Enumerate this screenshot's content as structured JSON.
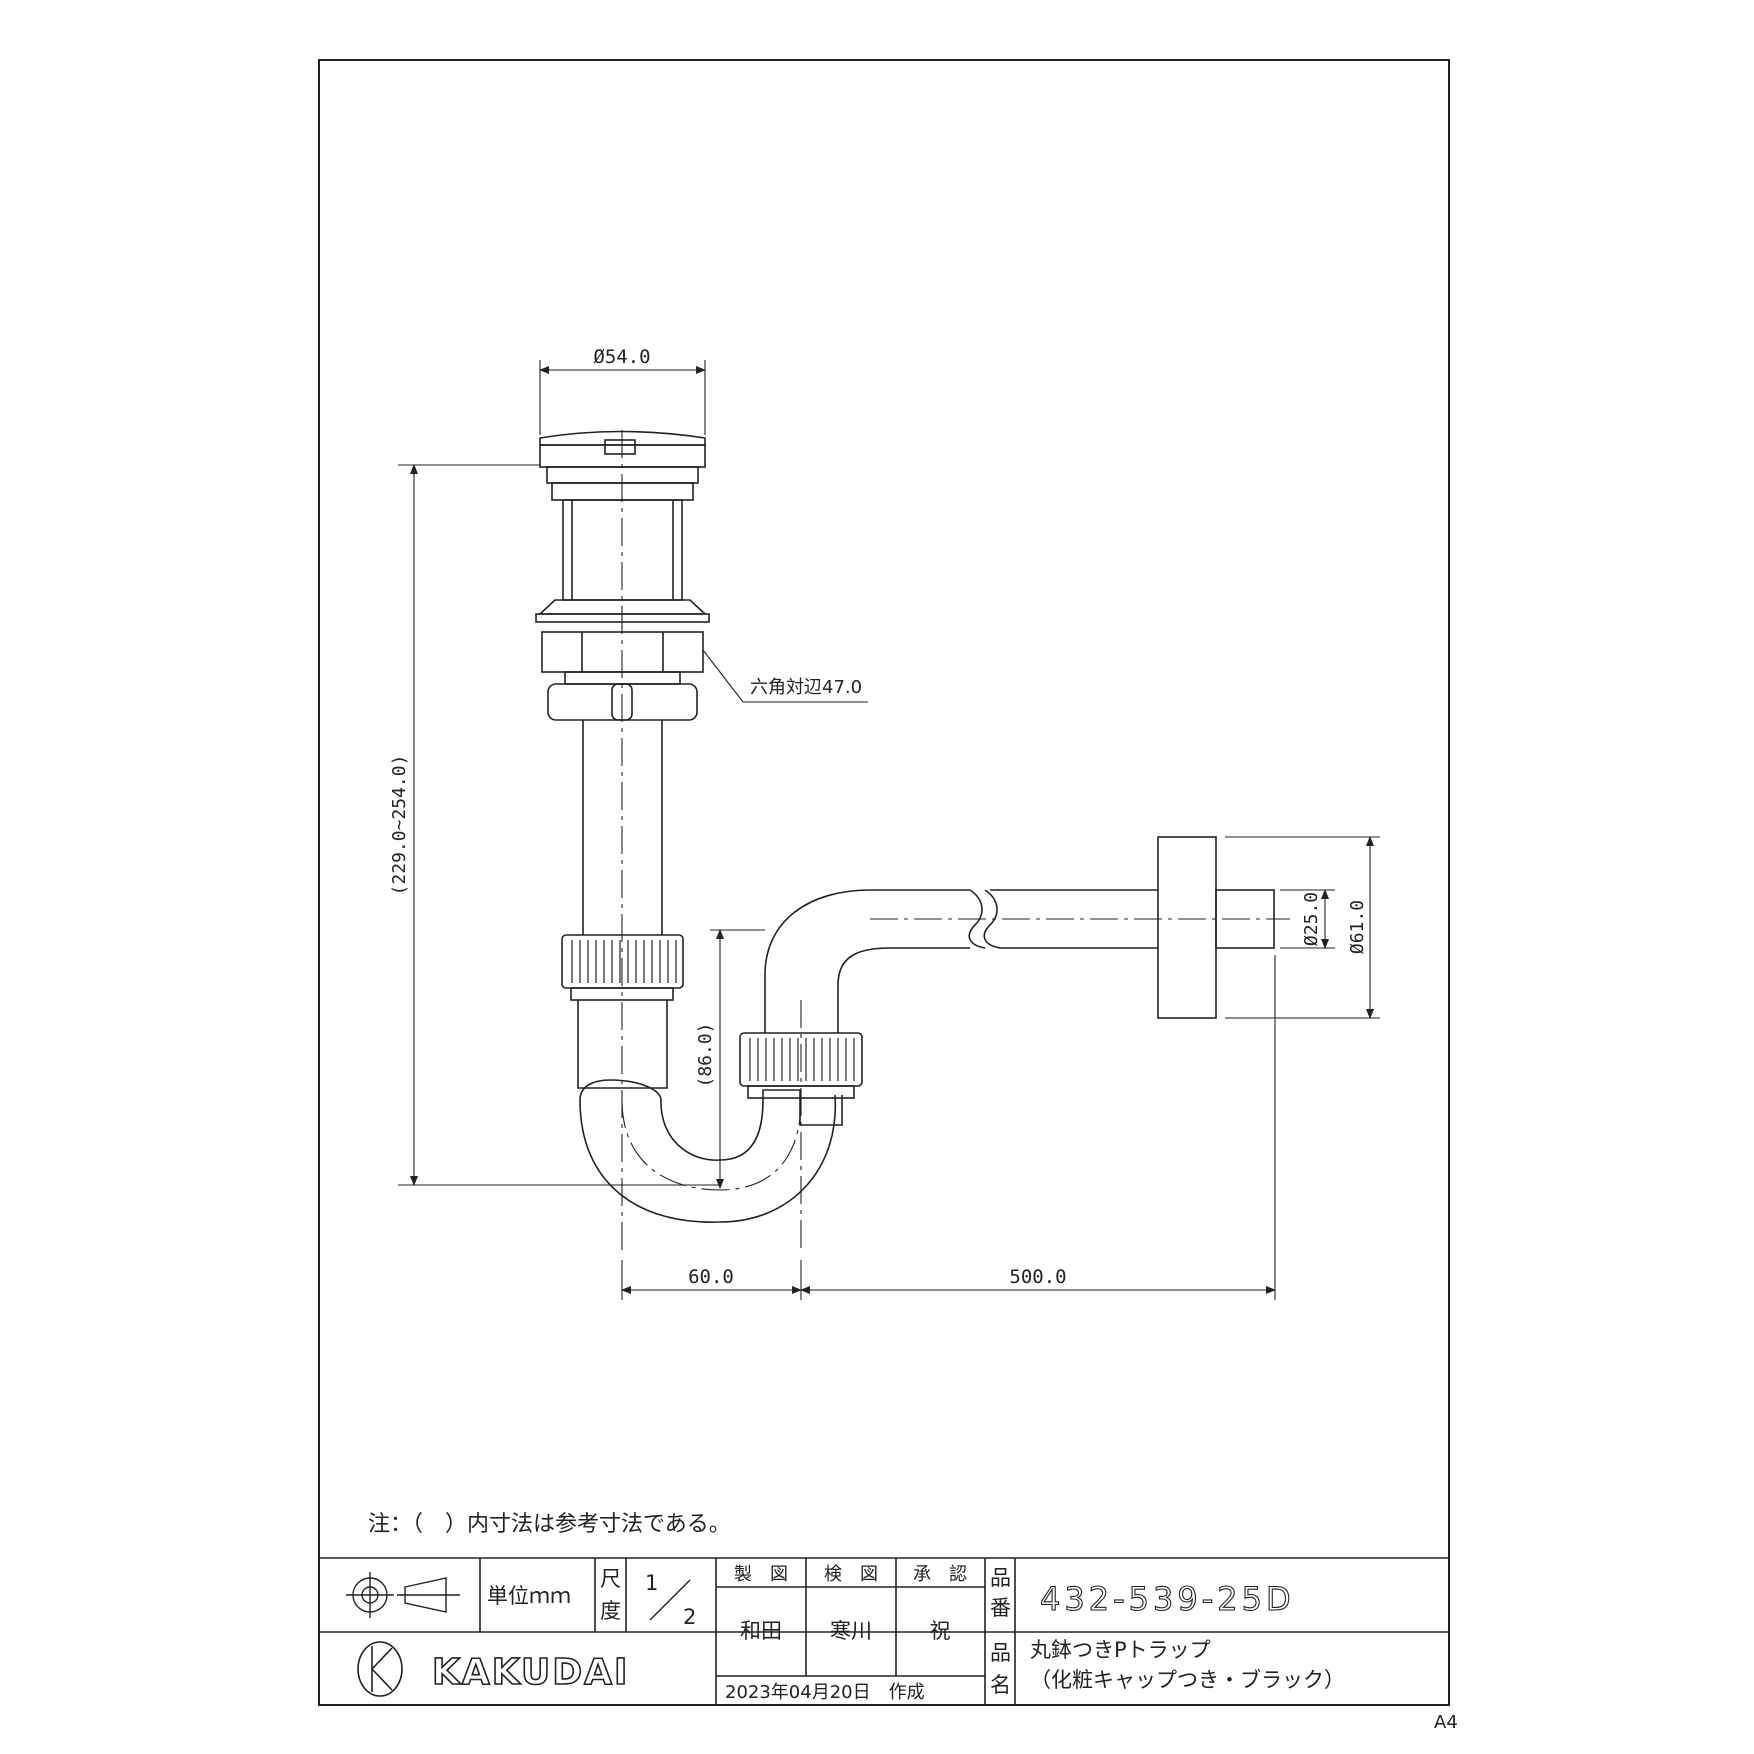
{
  "dimensions": {
    "top_diameter": "Ø54.0",
    "hex_across_flats": "六角対辺47.0",
    "overall_height": "(229.0~254.0)",
    "trap_height": "(86.0)",
    "trap_width": "60.0",
    "horizontal_length": "500.0",
    "pipe_diameter": "Ø25.0",
    "flange_diameter": "Ø61.0"
  },
  "note": "注：（　）内寸法は参考寸法である。",
  "title_block": {
    "unit_label": "単位ｍｍ",
    "scale_label_1": "尺",
    "scale_label_2": "度",
    "scale_num": "1",
    "scale_den": "2",
    "drawn_header": "製　図",
    "checked_header": "検　図",
    "approved_header": "承　認",
    "drawn_by": "和田",
    "checked_by": "寒川",
    "approved_by": "祝",
    "part_no_label_1": "品",
    "part_no_label_2": "番",
    "part_no": "432-539-25D",
    "name_label_1": "品",
    "name_label_2": "名",
    "product_name_1": "丸鉢つきPトラップ",
    "product_name_2": "（化粧キャップつき・ブラック）",
    "date": "2023年04月20日　作成",
    "brand": "KAKUDAI"
  },
  "paper_size": "A4"
}
